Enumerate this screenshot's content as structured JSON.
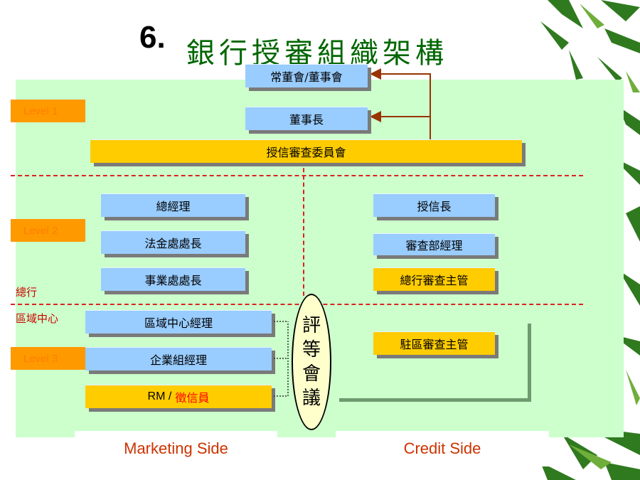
{
  "title": {
    "number": "6.",
    "text": "銀行授審組織架構"
  },
  "levels": [
    "Level 1",
    "Level 2",
    "Level 3"
  ],
  "side_labels": {
    "head_office": "總行",
    "regional_center": "區域中心"
  },
  "boxes": {
    "board": "常董會/董事會",
    "chairman": "董事長",
    "credit_committee": "授信審查委員會",
    "general_manager": "總經理",
    "corp_finance_head": "法金處處長",
    "business_head": "事業處處長",
    "chief_credit_officer": "授信長",
    "review_dept_manager": "審查部經理",
    "head_office_review_supervisor": "總行審查主管",
    "regional_center_manager": "區域中心經理",
    "corporate_group_manager": "企業組經理",
    "rm_prefix": "RM /",
    "rm_suffix": "徵信員",
    "regional_review_supervisor": "駐區審查主管"
  },
  "review_committee_chars": [
    "評",
    "等",
    "會",
    "議"
  ],
  "footer": {
    "marketing": "Marketing Side",
    "credit": "Credit Side"
  },
  "colors": {
    "panel": "#ccffcc",
    "box_blue": "#99ccff",
    "box_gold": "#ffcc00",
    "level_orange": "#ff9900",
    "divider_red": "#dd2222",
    "arrow": "#993300",
    "title_green": "#006600"
  }
}
